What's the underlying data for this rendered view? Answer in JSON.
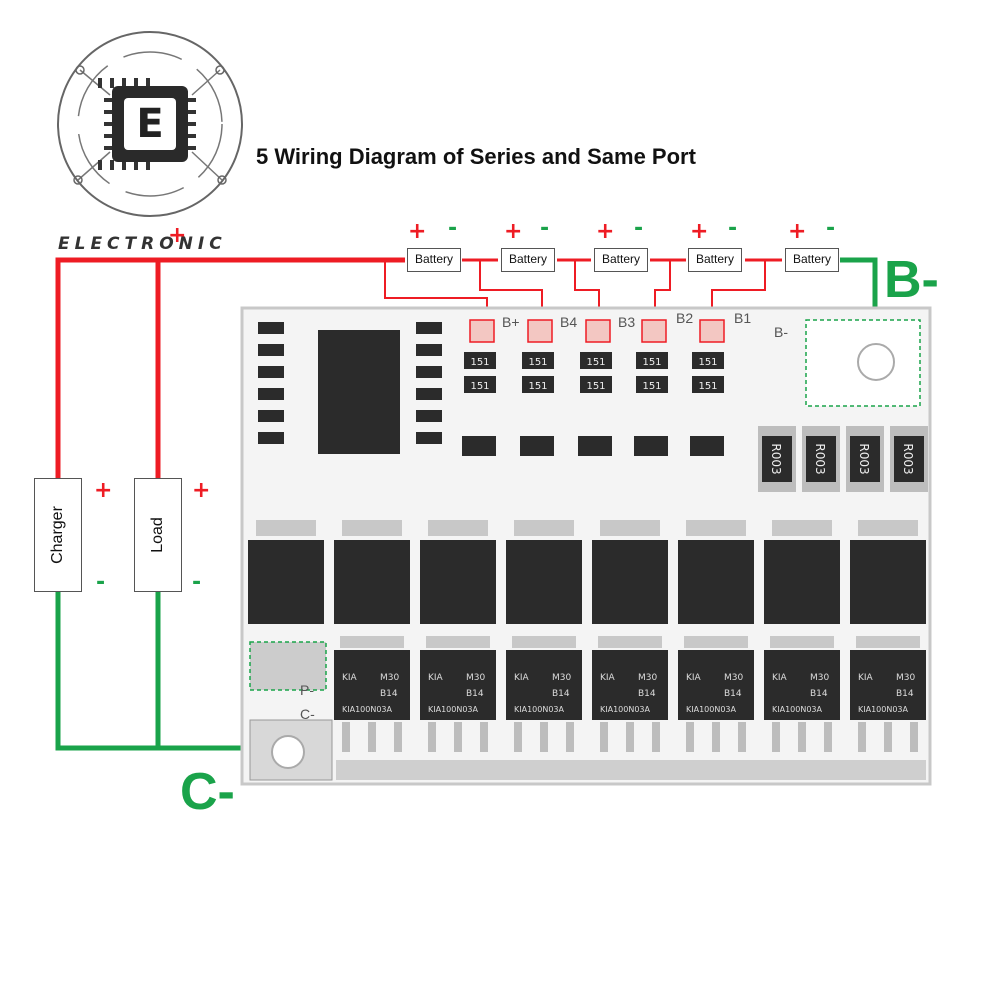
{
  "title": "5 Wiring Diagram of Series and Same Port",
  "brand": "ELECTRONIC",
  "logo_letter": "E",
  "batteries": [
    {
      "label": "Battery",
      "plus": "+",
      "minus": "-"
    },
    {
      "label": "Battery",
      "plus": "+",
      "minus": "-"
    },
    {
      "label": "Battery",
      "plus": "+",
      "minus": "-"
    },
    {
      "label": "Battery",
      "plus": "+",
      "minus": "-"
    },
    {
      "label": "Battery",
      "plus": "+",
      "minus": "-"
    }
  ],
  "charger": {
    "label": "Charger",
    "plus": "+",
    "minus": "-"
  },
  "load": {
    "label": "Load",
    "plus": "+",
    "minus": "-"
  },
  "main_plus": "+",
  "terminals": {
    "b_minus": "B-",
    "c_minus": "C-"
  },
  "pcb": {
    "pad_labels": [
      "B+",
      "B4",
      "B3",
      "B2",
      "B1",
      "B-"
    ],
    "port_labels": [
      "P-",
      "C-"
    ],
    "resistor_code": "R003",
    "small_resistor_code": "151",
    "mosfet_lines": [
      "KIA",
      "M30",
      "B14",
      "KIA100N03A"
    ]
  },
  "colors": {
    "positive_wire": "#ee1c24",
    "negative_wire": "#1aa34a",
    "board": "#f4f4f4",
    "component": "#2b2b2b"
  }
}
